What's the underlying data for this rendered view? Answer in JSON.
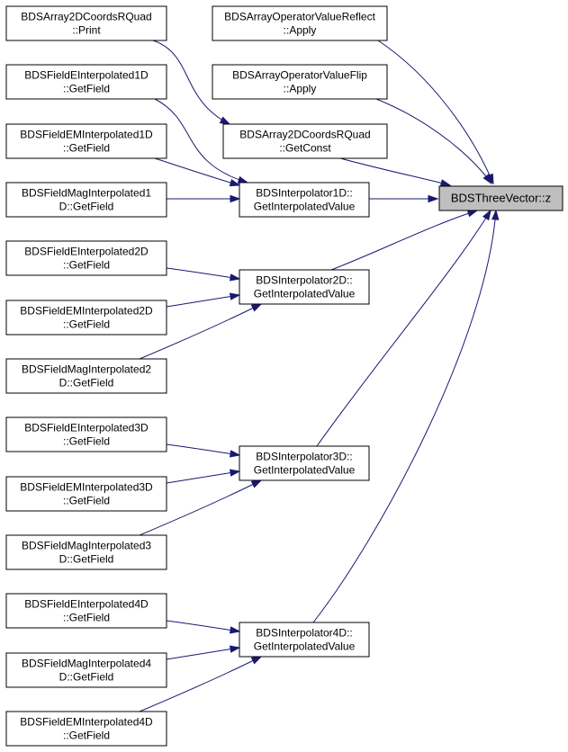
{
  "diagram": {
    "title": "",
    "colors": {
      "edge": "#191970",
      "node_fill": "#ffffff",
      "target_fill": "#bfbfbf",
      "border": "#000000"
    },
    "nodes": [
      {
        "id": "z",
        "lines": [
          "BDSThreeVector::z"
        ],
        "kind": "target"
      },
      {
        "id": "a2dprint",
        "lines": [
          "BDSArray2DCoordsRQuad",
          "::Print"
        ]
      },
      {
        "id": "reflect",
        "lines": [
          "BDSArrayOperatorValueReflect",
          "::Apply"
        ]
      },
      {
        "id": "flip",
        "lines": [
          "BDSArrayOperatorValueFlip",
          "::Apply"
        ]
      },
      {
        "id": "getconst",
        "lines": [
          "BDSArray2DCoordsRQuad",
          "::GetConst"
        ]
      },
      {
        "id": "fe1d",
        "lines": [
          "BDSFieldEInterpolated1D",
          "::GetField"
        ]
      },
      {
        "id": "fem1d",
        "lines": [
          "BDSFieldEMInterpolated1D",
          "::GetField"
        ]
      },
      {
        "id": "fmag1d",
        "lines": [
          "BDSFieldMagInterpolated1",
          "D::GetField"
        ]
      },
      {
        "id": "i1d",
        "lines": [
          "BDSInterpolator1D::",
          "GetInterpolatedValue"
        ]
      },
      {
        "id": "fe2d",
        "lines": [
          "BDSFieldEInterpolated2D",
          "::GetField"
        ]
      },
      {
        "id": "fem2d",
        "lines": [
          "BDSFieldEMInterpolated2D",
          "::GetField"
        ]
      },
      {
        "id": "fmag2d",
        "lines": [
          "BDSFieldMagInterpolated2",
          "D::GetField"
        ]
      },
      {
        "id": "i2d",
        "lines": [
          "BDSInterpolator2D::",
          "GetInterpolatedValue"
        ]
      },
      {
        "id": "fe3d",
        "lines": [
          "BDSFieldEInterpolated3D",
          "::GetField"
        ]
      },
      {
        "id": "fem3d",
        "lines": [
          "BDSFieldEMInterpolated3D",
          "::GetField"
        ]
      },
      {
        "id": "fmag3d",
        "lines": [
          "BDSFieldMagInterpolated3",
          "D::GetField"
        ]
      },
      {
        "id": "i3d",
        "lines": [
          "BDSInterpolator3D::",
          "GetInterpolatedValue"
        ]
      },
      {
        "id": "fe4d",
        "lines": [
          "BDSFieldEInterpolated4D",
          "::GetField"
        ]
      },
      {
        "id": "fmag4d",
        "lines": [
          "BDSFieldMagInterpolated4",
          "D::GetField"
        ]
      },
      {
        "id": "fem4d",
        "lines": [
          "BDSFieldEMInterpolated4D",
          "::GetField"
        ]
      },
      {
        "id": "i4d",
        "lines": [
          "BDSInterpolator4D::",
          "GetInterpolatedValue"
        ]
      }
    ],
    "edges": [
      {
        "from": "a2dprint",
        "to": "getconst"
      },
      {
        "from": "reflect",
        "to": "z"
      },
      {
        "from": "flip",
        "to": "z"
      },
      {
        "from": "getconst",
        "to": "z"
      },
      {
        "from": "fe1d",
        "to": "i1d"
      },
      {
        "from": "fem1d",
        "to": "i1d"
      },
      {
        "from": "fmag1d",
        "to": "i1d"
      },
      {
        "from": "i1d",
        "to": "z"
      },
      {
        "from": "fe2d",
        "to": "i2d"
      },
      {
        "from": "fem2d",
        "to": "i2d"
      },
      {
        "from": "fmag2d",
        "to": "i2d"
      },
      {
        "from": "i2d",
        "to": "z"
      },
      {
        "from": "fe3d",
        "to": "i3d"
      },
      {
        "from": "fem3d",
        "to": "i3d"
      },
      {
        "from": "fmag3d",
        "to": "i3d"
      },
      {
        "from": "i3d",
        "to": "z"
      },
      {
        "from": "fe4d",
        "to": "i4d"
      },
      {
        "from": "fmag4d",
        "to": "i4d"
      },
      {
        "from": "fem4d",
        "to": "i4d"
      },
      {
        "from": "i4d",
        "to": "z"
      }
    ]
  }
}
